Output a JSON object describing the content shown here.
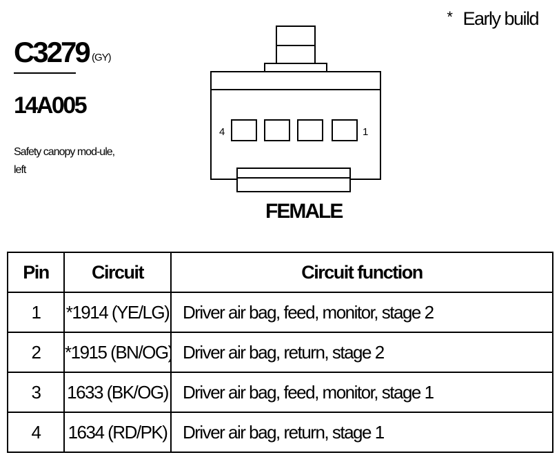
{
  "note": {
    "marker": "*",
    "text": "Early build"
  },
  "connector": {
    "id": "C3279",
    "color": "(GY)",
    "part_number": "14A005",
    "description": "Safety canopy mod-ule, left",
    "face": "FEMALE",
    "pin_left": "4",
    "pin_right": "1"
  },
  "table": {
    "headers": {
      "pin": "Pin",
      "circuit": "Circuit",
      "function": "Circuit function"
    },
    "rows": [
      {
        "pin": "1",
        "circuit": "*1914 (YE/LG)",
        "function": "Driver air bag, feed, monitor, stage 2"
      },
      {
        "pin": "2",
        "circuit": "*1915 (BN/OG)",
        "function": "Driver air bag, return, stage 2"
      },
      {
        "pin": "3",
        "circuit": "1633 (BK/OG)",
        "function": "Driver air bag, feed, monitor, stage 1"
      },
      {
        "pin": "4",
        "circuit": "1634 (RD/PK)",
        "function": "Driver air bag, return, stage 1"
      }
    ]
  }
}
